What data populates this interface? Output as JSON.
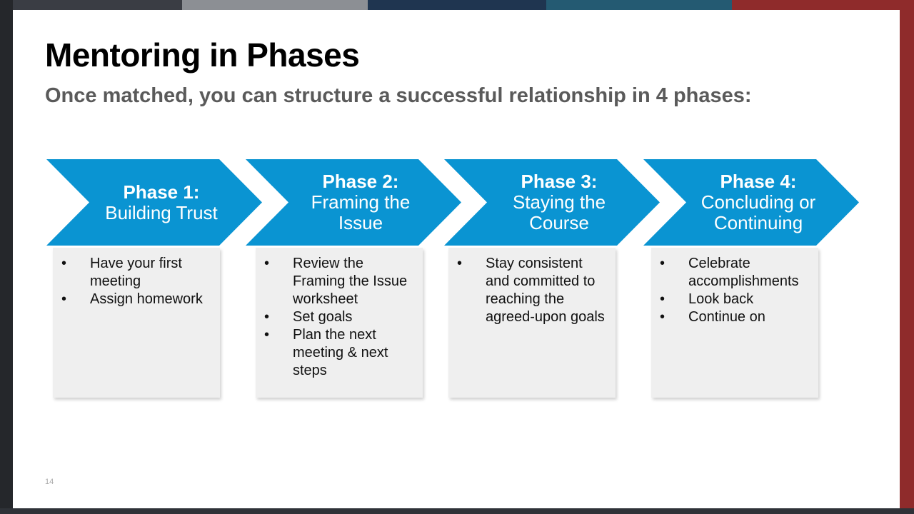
{
  "slide": {
    "title": "Mentoring in Phases",
    "subtitle": "Once matched, you can structure a successful relationship in 4 phases:",
    "page_number": "14"
  },
  "colors": {
    "chevron_fill": "#0a94d2",
    "card_bg": "#efefef",
    "subtitle": "#5a5a5a"
  },
  "phases": [
    {
      "heading": "Phase 1:",
      "name": "Building Trust",
      "bullets": [
        "Have your first meeting",
        "Assign homework"
      ]
    },
    {
      "heading": "Phase 2:",
      "name": "Framing the\nIssue",
      "bullets": [
        "Review the Framing the Issue worksheet",
        "Set goals",
        "Plan the next meeting & next steps"
      ]
    },
    {
      "heading": "Phase 3:",
      "name": "Staying the\nCourse",
      "bullets": [
        "Stay consistent and committed to reaching the agreed-upon goals"
      ]
    },
    {
      "heading": "Phase 4:",
      "name": "Concluding or\nContinuing",
      "bullets": [
        "Celebrate accomplishments",
        "Look back",
        "Continue on"
      ]
    }
  ]
}
